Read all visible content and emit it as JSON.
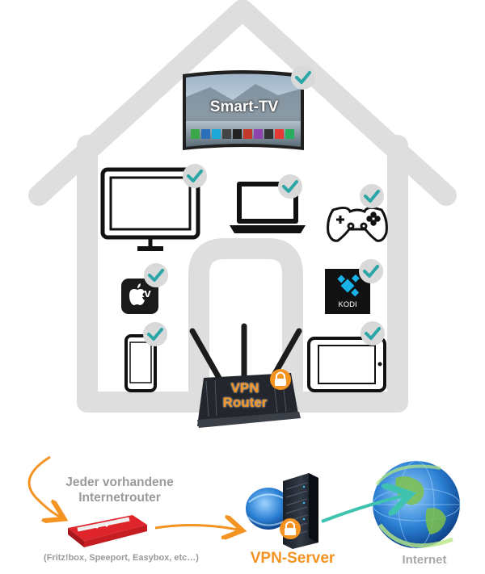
{
  "house": {
    "color": "#dedede"
  },
  "smart_tv": {
    "label": "Smart-TV"
  },
  "devices": [
    {
      "name": "smart-tv",
      "icon": "smart-tv-icon",
      "connected": true
    },
    {
      "name": "monitor",
      "icon": "monitor-icon",
      "connected": true
    },
    {
      "name": "laptop",
      "icon": "laptop-icon",
      "connected": true
    },
    {
      "name": "game-controller",
      "icon": "gamepad-icon",
      "connected": true
    },
    {
      "name": "apple-tv",
      "icon": "apple-tv-icon",
      "connected": true
    },
    {
      "name": "kodi",
      "icon": "kodi-icon",
      "connected": true
    },
    {
      "name": "smartphone",
      "icon": "smartphone-icon",
      "connected": true
    },
    {
      "name": "tablet",
      "icon": "tablet-icon",
      "connected": true
    }
  ],
  "apple_tv": {
    "label": "tv"
  },
  "kodi": {
    "label": "KODI"
  },
  "vpn_router": {
    "label": "VPN Router"
  },
  "isp_router": {
    "caption": "Jeder vorhandene Internetrouter",
    "examples": "(Fritz!box, Speeport, Easybox, etc…)"
  },
  "vpn_server": {
    "label": "VPN-Server"
  },
  "internet": {
    "label": "Internet"
  },
  "colors": {
    "check_circle": "#d9d9d9",
    "check_mark": "#2aa6a6",
    "accent_orange": "#f39322",
    "label_gray": "#9a9a9a",
    "teal_arrow": "#3fc3b0",
    "house": "#dedede"
  }
}
